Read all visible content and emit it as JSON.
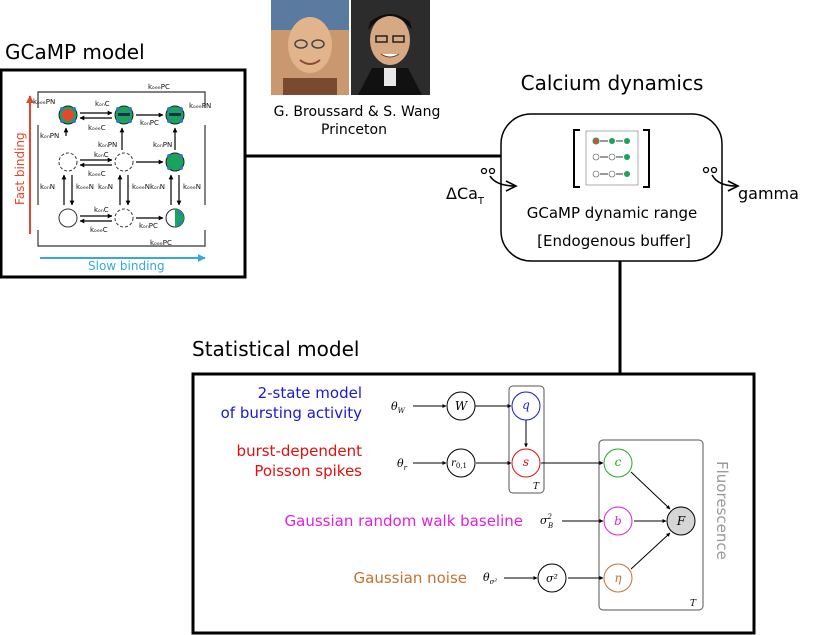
{
  "gcamp": {
    "title": "GCaMP model",
    "fast_axis": "Fast binding",
    "slow_axis": "Slow binding",
    "rates": {
      "koffPC_top": "kₒₑₑPC",
      "koffPN_left": "kₒₑₑPN",
      "konC_top": "kₒₙC",
      "koffC_top": "kₒₑₑC",
      "koffPN_right": "kₒₑₑPN",
      "konPC_top": "kₒₙPC",
      "konPN_row1a": "kₒₙPN",
      "konPN_row1b": "kₒₙPN",
      "konC_mid": "kₒₙC",
      "koffC_mid": "kₒₑₑC",
      "konN_1": "kₒₙN",
      "koffN_1": "kₒₑₑN",
      "konN_2": "kₒₙN",
      "koffN_2": "kₒₑₑN",
      "konN_3": "kₒₙN",
      "koffN_3": "kₒₑₑN",
      "konC_bot": "kₒₙC",
      "koffC_bot": "kₒₑₑC",
      "konPC_bot": "kₒₙPC",
      "koffPC_bot": "kₒₑₑPC"
    },
    "colors": {
      "fast": "#e8452c",
      "slow": "#35a9df",
      "bound": "#1aa35a",
      "calcium": "#2a7fc0"
    }
  },
  "authors": {
    "names": "G. Broussard & S. Wang",
    "affiliation": "Princeton"
  },
  "calcium": {
    "title": "Calcium dynamics",
    "input": "ΔCa",
    "input_sub": "T",
    "output": "gamma",
    "line1": "GCaMP dynamic range",
    "line2": "[Endogenous buffer]"
  },
  "stat": {
    "title": "Statistical model",
    "label_bursting_1": "2-state model",
    "label_bursting_2": "of bursting activity",
    "label_spikes_1": "burst-dependent",
    "label_spikes_2": "Poisson spikes",
    "label_baseline": "Gaussian random walk baseline",
    "label_noise": "Gaussian noise",
    "fluorescence": "Fluorescence",
    "plate_T_inner": "T",
    "plate_T_outer": "T",
    "colors": {
      "bursting": "#1a1acc",
      "spikes": "#e01010",
      "baseline": "#e020e0",
      "noise": "#c87030"
    },
    "nodes": {
      "W": "W",
      "q": "q",
      "r": "r",
      "r_sub": "0,1",
      "s": "s",
      "c": "c",
      "b": "b",
      "F": "F",
      "eta": "η",
      "sigma2": "σ²",
      "sigmaB": "σ",
      "sigmaB_sub": "B",
      "sigmaB_sup": "2"
    },
    "params": {
      "thetaW": "θ",
      "thetaW_sub": "W",
      "thetar": "θ",
      "thetar_sub": "r",
      "thetas": "θ",
      "thetas_sub": "σ²"
    }
  }
}
